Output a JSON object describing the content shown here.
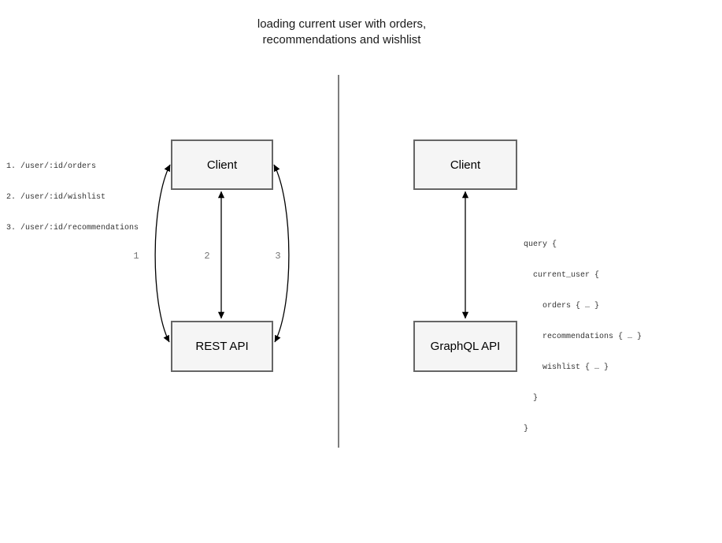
{
  "title": {
    "line1": "loading current user with orders,",
    "line2": "recommendations and wishlist"
  },
  "left_panel": {
    "endpoints": [
      "1. /user/:id/orders",
      "2. /user/:id/wishlist",
      "3. /user/:id/recommendations"
    ],
    "client_label": "Client",
    "api_label": "REST API",
    "arrow_labels": [
      "1",
      "2",
      "3"
    ]
  },
  "right_panel": {
    "client_label": "Client",
    "api_label": "GraphQL API",
    "query_lines": [
      "query {",
      "  current_user {",
      "    orders { … }",
      "    recommendations { … }",
      "    wishlist { … }",
      "  }",
      "}"
    ]
  },
  "colors": {
    "background": "#ffffff",
    "box_fill": "#f5f5f5",
    "box_border": "#666666",
    "arrow_stroke": "#000000",
    "divider": "#7d7d7d",
    "arrow_number_gray": "#757575",
    "code_text": "#333333",
    "title_text": "#1a1a1a"
  }
}
